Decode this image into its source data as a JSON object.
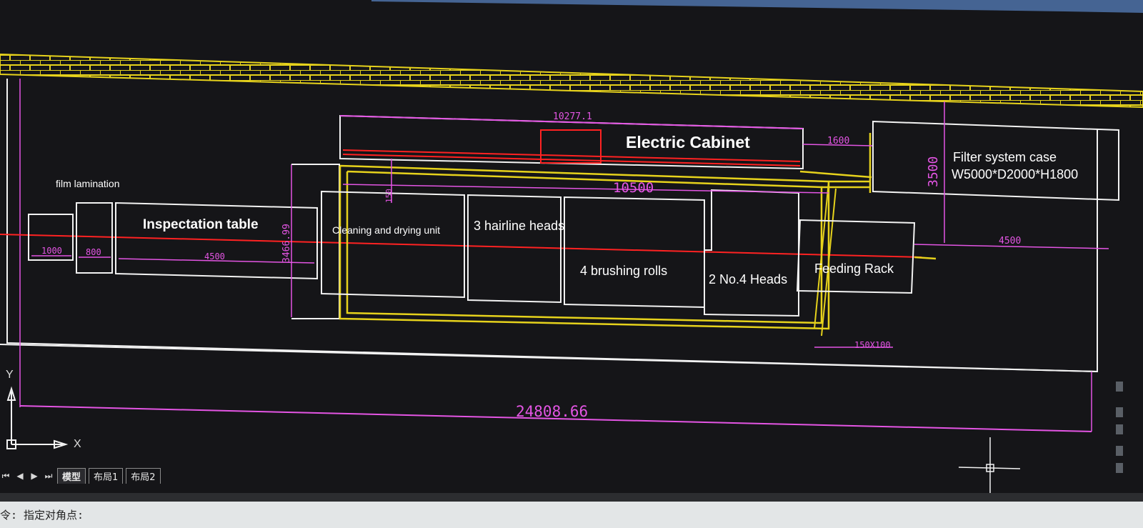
{
  "labels": {
    "film_lamination": "film lamination",
    "inspection_table": "Inspectation table",
    "cleaning_drying": "Cleaning and drying unit",
    "hairline_heads": "3 hairline heads",
    "brushing_rolls": "4 brushing rolls",
    "no4_heads": "2 No.4 Heads",
    "feeding_rack": "Feeding Rack",
    "electric_cabinet": "Electric Cabinet",
    "filter_case_line1": "Filter system case",
    "filter_case_line2": "W5000*D2000*H1800"
  },
  "dimensions": {
    "d1000": "1000",
    "d800": "800",
    "d4500_left": "4500",
    "d3466": "3466.99",
    "d150": "150",
    "d10277": "10277.1",
    "d10500": "10500",
    "d1600": "1600",
    "d3500": "3500",
    "d4500_right": "4500",
    "d150x100": "150X100",
    "total": "24808.66"
  },
  "ucs": {
    "y_label": "Y",
    "x_label": "X"
  },
  "tabs": {
    "nav": [
      "⏮",
      "◀",
      "▶",
      "⏭"
    ],
    "items": [
      "模型",
      "布局1",
      "布局2"
    ],
    "active": "模型"
  },
  "command_line": {
    "text": "令: 指定对角点:"
  },
  "colors": {
    "background": "#151518",
    "wall": "#e6d21c",
    "outline": "#f2f2f2",
    "dimension": "#e455e4",
    "centerline": "#ff2222",
    "frame": "#e6d21c"
  }
}
